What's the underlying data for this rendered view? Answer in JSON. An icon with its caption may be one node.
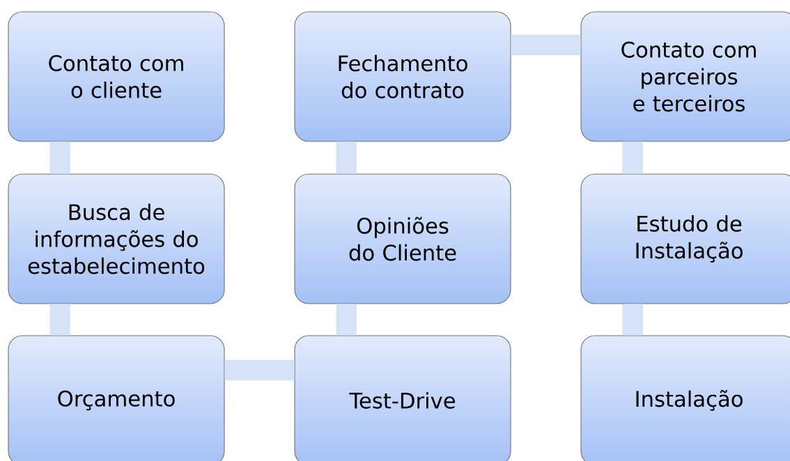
{
  "diagram": {
    "nodes": [
      {
        "text": [
          "Contato com o cliente"
        ]
      },
      {
        "text": [
          "Busca de informações do estabelecimento"
        ]
      },
      {
        "text": [
          "Orçamento"
        ]
      },
      {
        "text": [
          "Test-Drive"
        ]
      },
      {
        "text": [
          "Opiniões do Cliente"
        ]
      },
      {
        "text": [
          "Fechamento do contrato"
        ]
      },
      {
        "text": [
          "Contato com parceiros e terceiros"
        ]
      },
      {
        "text": [
          "Estudo de Instalação"
        ]
      },
      {
        "text": [
          "Instalação"
        ]
      }
    ],
    "edges": [
      {
        "from": 0,
        "to": 1,
        "arrow": "none"
      },
      {
        "from": 1,
        "to": 2,
        "arrow": "none"
      },
      {
        "from": 2,
        "to": 3,
        "arrow": "none"
      },
      {
        "from": 3,
        "to": 4,
        "arrow": "none"
      },
      {
        "from": 4,
        "to": 5,
        "arrow": "none"
      },
      {
        "from": 5,
        "to": 6,
        "arrow": "none"
      },
      {
        "from": 6,
        "to": 7,
        "arrow": "none"
      },
      {
        "from": 7,
        "to": 8,
        "arrow": "none"
      }
    ]
  }
}
